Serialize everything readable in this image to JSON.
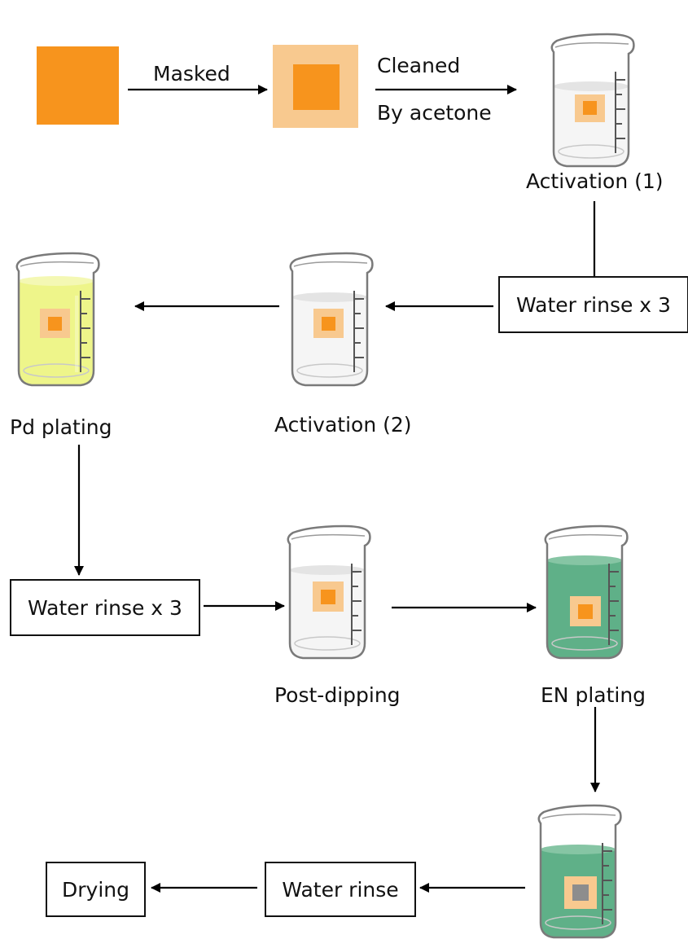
{
  "labels": {
    "masked": "Masked",
    "cleaned": "Cleaned",
    "by_acetone": "By acetone",
    "activation_1": "Activation (1)",
    "activation_2": "Activation (2)",
    "pd_plating": "Pd plating",
    "post_dipping": "Post-dipping",
    "en_plating": "EN plating"
  },
  "boxes": {
    "water_rinse_1": "Water rinse x 3",
    "water_rinse_2": "Water rinse x 3",
    "water_rinse_3": "Water rinse",
    "drying": "Drying"
  },
  "colors": {
    "substrate": "#f7941d",
    "mask": "#f8c98f",
    "clear_solution": "#f3f3f3",
    "pd_solution": "#eef58a",
    "en_solution": "#5fb088",
    "finished_core": "#8d8d8d",
    "arrow": "#000000"
  },
  "icons": [
    "beaker-icon",
    "arrow-icon",
    "substrate-square-icon"
  ]
}
